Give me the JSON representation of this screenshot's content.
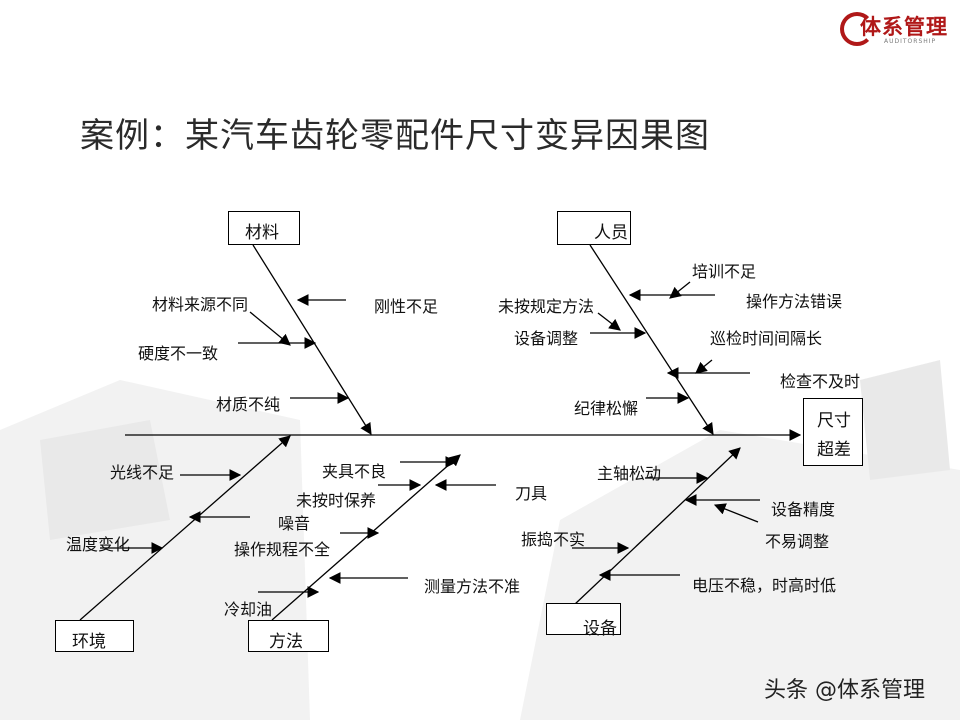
{
  "title": "案例：某汽车齿轮零配件尺寸变异因果图",
  "logo": {
    "name": "体系管理",
    "sub": "AUDITORSHIP"
  },
  "watermark": "头条 @体系管理",
  "effect": {
    "line1": "尺寸",
    "line2": "超差"
  },
  "categories": {
    "material": "材料",
    "people": "人员",
    "environment": "环境",
    "method": "方法",
    "equipment": "设备"
  },
  "causes": {
    "material": [
      "材料来源不同",
      "刚性不足",
      "硬度不一致",
      "材质不纯"
    ],
    "people": [
      "培训不足",
      "操作方法错误",
      "未按规定方法",
      "设备调整",
      "巡检时间间隔长",
      "检查不及时",
      "纪律松懈"
    ],
    "environment": [
      "光线不足",
      "温度变化",
      "噪音"
    ],
    "method": [
      "夹具不良",
      "未按时保养",
      "刀具",
      "操作规程不全",
      "测量方法不准",
      "冷却油"
    ],
    "equipment": [
      "主轴松动",
      "设备精度",
      "不易调整",
      "振捣不实",
      "电压不稳，时高时低"
    ]
  },
  "colors": {
    "line": "#000000",
    "brand": "#b01818",
    "deco": "#eeeeee"
  }
}
